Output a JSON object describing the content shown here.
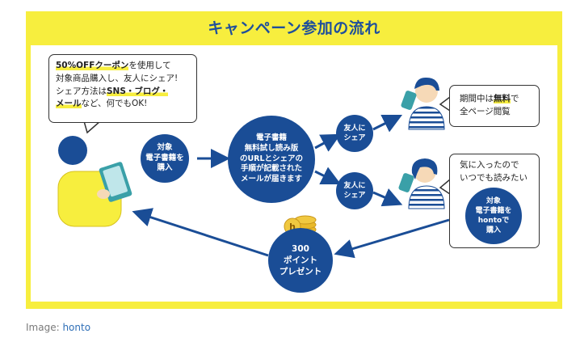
{
  "title": "キャンペーン参加の流れ",
  "speech1": {
    "line1_hl": "50%OFFクーポン",
    "line1_rest": "を使用して",
    "line2": "対象商品購入し、友人にシェア!",
    "line3_pre": "シェア方法は",
    "line3_hl": "SNS・ブログ・",
    "line4_hl": "メール",
    "line4_rest": "など、何でもOK!"
  },
  "speech2": {
    "line1_pre": "期間中は",
    "line1_bold": "無料",
    "line1_post": "で",
    "line2": "全ページ閲覧"
  },
  "speech3": {
    "line1": "気に入ったので",
    "line2": "いつでも読みたい"
  },
  "step_buy": "対象\n電子書籍を\n購入",
  "step_email": "電子書籍\n無料試し読み版\nのURLとシェアの\n手順が記載された\nメールが届きます",
  "share1": "友人に\nシェア",
  "share2": "友人に\nシェア",
  "points": "300\nポイント\nプレゼント",
  "friend_buy": "対象\n電子書籍を\nhontoで\n購入",
  "coin_letter": "h",
  "caption_prefix": "Image: ",
  "caption_link": "honto",
  "colors": {
    "yellow": "#f7ee3e",
    "navy": "#1a4d96",
    "gold": "#e9b92a",
    "skin": "#f6d9b7"
  }
}
